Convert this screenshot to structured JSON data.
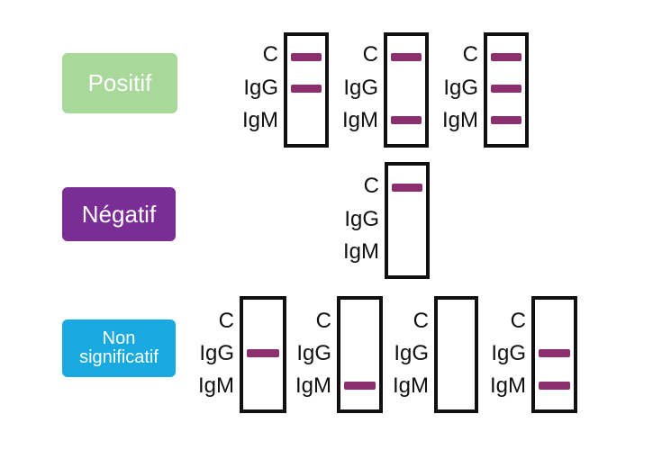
{
  "colors": {
    "positive": "#a8d89a",
    "negative": "#7a2e95",
    "non_significant": "#19a9e1",
    "band": "#8b2f6e",
    "frame": "#111111"
  },
  "labels": {
    "c": "C",
    "igg": "IgG",
    "igm": "IgM"
  },
  "categories": [
    {
      "name": "Positif",
      "tests": [
        {
          "c": true,
          "igg": true,
          "igm": false
        },
        {
          "c": true,
          "igg": false,
          "igm": true
        },
        {
          "c": true,
          "igg": true,
          "igm": true
        }
      ]
    },
    {
      "name": "Négatif",
      "tests": [
        {
          "c": true,
          "igg": false,
          "igm": false
        }
      ]
    },
    {
      "name_lines": [
        "Non",
        "significatif"
      ],
      "tests": [
        {
          "c": false,
          "igg": true,
          "igm": false
        },
        {
          "c": false,
          "igg": false,
          "igm": true
        },
        {
          "c": false,
          "igg": false,
          "igm": false
        },
        {
          "c": false,
          "igg": true,
          "igm": true
        }
      ]
    }
  ]
}
